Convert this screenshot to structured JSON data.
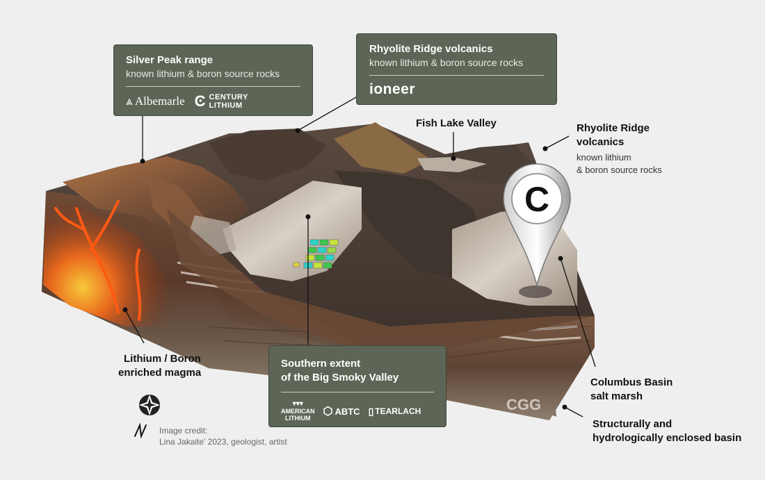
{
  "boxes": {
    "silver_peak": {
      "title": "Silver Peak range",
      "subtitle": "known lithium & boron source rocks",
      "logo1": "Albemarle",
      "logo2_top": "CENTURY",
      "logo2_bottom": "LITHIUM"
    },
    "rhyolite_box": {
      "title": "Rhyolite Ridge volcanics",
      "subtitle": "known lithium & boron source rocks",
      "logo": "ioneer"
    },
    "big_smoky": {
      "title_line1": "Southern extent",
      "title_line2": "of the Big Smoky Valley",
      "logo1_top": "AMERICAN",
      "logo1_bottom": "LITHIUM",
      "logo2": "ABTC",
      "logo3": "TEARLACH"
    }
  },
  "labels": {
    "fish_lake": "Fish Lake Valley",
    "rhyolite_line1": "Rhyolite Ridge",
    "rhyolite_line2": "volcanics",
    "rhyolite_sub1": "known lithium",
    "rhyolite_sub2": "& boron source rocks",
    "magma_line1": "Lithium / Boron",
    "magma_line2": "enriched magma",
    "columbus_line1": "Columbus Basin",
    "columbus_line2": "salt marsh",
    "basin_line1": "Structurally and",
    "basin_line2": "hydrologically enclosed basin"
  },
  "marker_letter": "C",
  "watermark": "CGG",
  "credit": {
    "line1": "Image credit:",
    "line2": "Lina Jakaite' 2023, geologist, artist"
  },
  "icons": {
    "compass": "compass-rose-icon",
    "north": "north-arrow-icon",
    "pin": "map-pin-icon"
  }
}
